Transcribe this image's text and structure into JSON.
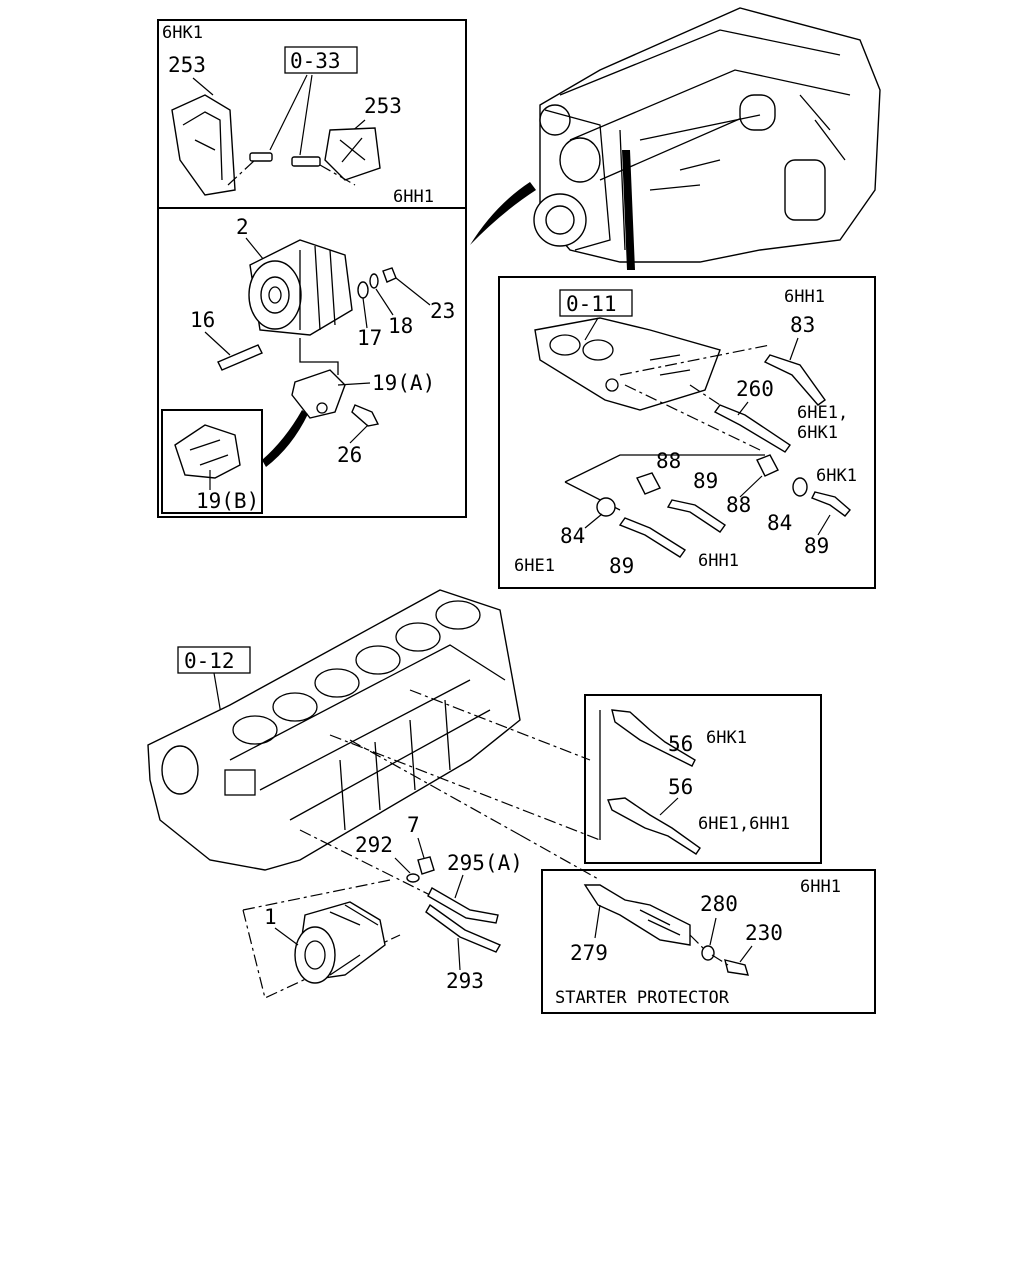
{
  "panels": {
    "bracket": {
      "variant_top_left": "6HK1",
      "variant_bottom_right": "6HH1",
      "ref": "0-33",
      "part_left": "253",
      "part_right": "253"
    },
    "alternator": {
      "part_alternator": "2",
      "part_bolt_long": "16",
      "part_washer": "17",
      "part_lockwasher": "18",
      "part_nut": "23",
      "part_bracket_a": "19(A)",
      "part_bolt": "26"
    },
    "inset_bracket_b": {
      "part": "19(B)"
    },
    "sensors_head": {
      "ref": "0-11",
      "variant_header": "6HH1",
      "part_83": "83",
      "part_260": "260",
      "variant_6he1_6hk1": "6HE1,\n6HK1",
      "part_88_left": "88",
      "part_88_right": "88",
      "part_89_mid": "89",
      "variant_6hk1": "6HK1",
      "part_84_left": "84",
      "part_84_right": "84",
      "part_89_left": "89",
      "part_89_right": "89",
      "variant_6he1": "6HE1",
      "variant_6hh1": "6HH1"
    },
    "block": {
      "ref": "0-12",
      "part_292": "292",
      "part_7": "7",
      "part_295a": "295(A)",
      "part_1": "1",
      "part_293": "293"
    },
    "oil_sensor": {
      "part_top": "56",
      "variant_top": "6HK1",
      "part_bottom": "56",
      "variant_bottom": "6HE1,6HH1"
    },
    "starter_protector": {
      "variant": "6HH1",
      "part_280": "280",
      "part_230": "230",
      "part_279": "279",
      "caption": "STARTER PROTECTOR"
    }
  }
}
